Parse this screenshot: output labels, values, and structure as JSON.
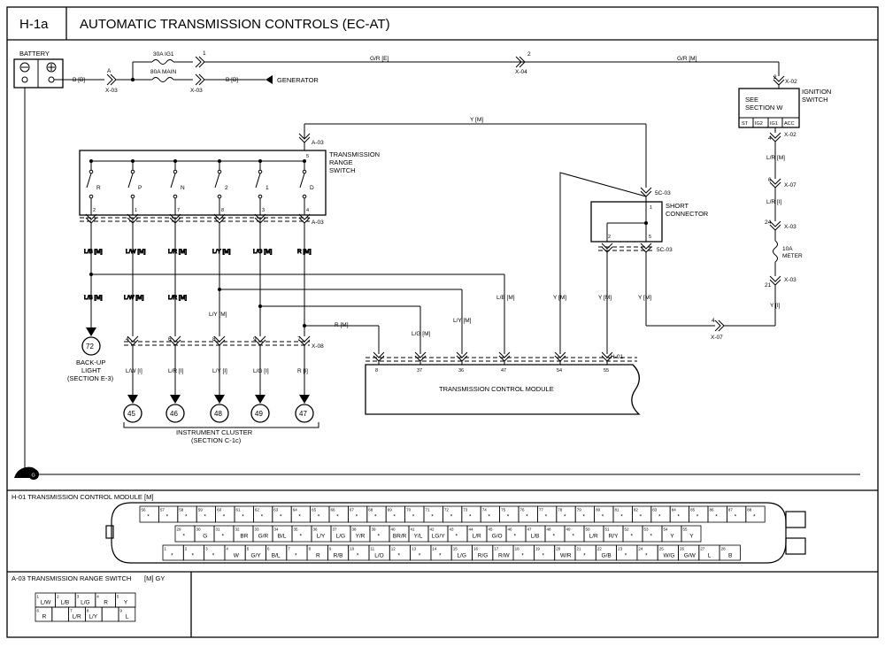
{
  "header": {
    "code": "H-1a",
    "title": "AUTOMATIC TRANSMISSION CONTROLS (EC-AT)"
  },
  "battery": {
    "label": "BATTERY",
    "wire": "B [B]",
    "terminal": "A",
    "conn": "X-03"
  },
  "fuses": {
    "ig1": "30A IG1",
    "main": "80A MAIN"
  },
  "conn_x03_top": {
    "pin": "1",
    "conn": "X-03",
    "wire": "B [B]"
  },
  "generator": "GENERATOR",
  "wire_gre": "G/R [E]",
  "wire_grm": "G/R [M]",
  "conn_x04": {
    "pin": "2",
    "conn": "X-04"
  },
  "ignition": {
    "pin_top": "2",
    "conn_top": "X-02",
    "see": "SEE",
    "section": "SECTION W",
    "label1": "IGNITION",
    "label2": "SWITCH",
    "cells": [
      "ST",
      "IG2",
      "IG1",
      "ACC"
    ],
    "pin_bottom": "4",
    "conn_bottom": "X-02"
  },
  "right_chain": {
    "wire1": "L/R [M]",
    "x07": {
      "pin": "6",
      "conn": "X-07"
    },
    "wire2": "L/R [I]",
    "x03a": {
      "pin": "24",
      "conn": "X-03"
    },
    "fuse": [
      "10A",
      "METER"
    ],
    "x03b": {
      "pin": "21",
      "conn": "X-03"
    },
    "wire3": "Y [I]",
    "x07b": {
      "pin": "4",
      "conn": "X-07"
    }
  },
  "a03_top": {
    "pin": "5",
    "conn": "A-03"
  },
  "ym_top": "Y [M]",
  "trs": {
    "label": [
      "TRANSMISSION",
      "RANGE",
      "SWITCH"
    ],
    "switches": [
      "R",
      "P",
      "N",
      "2",
      "1",
      "D"
    ],
    "pins": [
      "2",
      "1",
      "7",
      "8",
      "3",
      "4"
    ],
    "conn": "A-03"
  },
  "trs_wires": [
    "L/B [M]",
    "L/W [M]",
    "L/R [M]",
    "L/Y [M]",
    "L/G [M]",
    "R [M]"
  ],
  "short": {
    "label": [
      "SHORT",
      "CONNECTOR"
    ],
    "top_conn": "5C-03",
    "bottom_conn": "5C-03",
    "pins": {
      "p1": "1",
      "p2": "2",
      "p5": "5"
    }
  },
  "tcm_wires": {
    "lb": "L/B [M]",
    "ly": "L/Y [M]",
    "lg": "L/G [M]",
    "r": "R [M]",
    "ym1": "Y [M]",
    "ym2": "Y [M]",
    "ym3": "Y [M]",
    "ly2": "L/Y [M]"
  },
  "x08": {
    "pins": [
      "4",
      "6",
      "8",
      "9",
      "7"
    ],
    "conn": "X-08"
  },
  "lower_wires": [
    "L/W [I]",
    "L/R [I]",
    "L/Y [I]",
    "L/G [I]",
    "R [I]"
  ],
  "cluster": {
    "circles": [
      "45",
      "46",
      "48",
      "49",
      "47"
    ],
    "label1": "INSTRUMENT CLUSTER",
    "label2": "(SECTION C-1c)"
  },
  "backup": {
    "circle": "72",
    "label": [
      "BACK-UP",
      "LIGHT",
      "(SECTION E-3)"
    ]
  },
  "tcm": {
    "label": "TRANSMISSION CONTROL MODULE",
    "pins": [
      "8",
      "37",
      "36",
      "47",
      "54",
      "55"
    ],
    "conn": "H-01"
  },
  "ground": "G",
  "h01_title": "H-01 TRANSMISSION CONTROL MODULE [M]",
  "h01_rows": [
    {
      "start": 56,
      "cells": [
        "*",
        "*",
        "*",
        "*",
        "*",
        "*",
        "*",
        "*",
        "*",
        "*",
        "*",
        "*",
        "*",
        "*",
        "*",
        "*",
        "*",
        "*",
        "*",
        "*",
        "*",
        "*",
        "*",
        "*",
        "*",
        "*",
        "*",
        "*",
        "*",
        "*",
        "*",
        "*",
        "*"
      ]
    },
    {
      "start": 29,
      "cells": [
        "*",
        "G",
        "*",
        "BR",
        "G/R",
        "B/L",
        "*",
        "L/Y",
        "L/G",
        "Y/R",
        "*",
        "BR/R",
        "Y/L",
        "LG/Y",
        "*",
        "L/R",
        "G/O",
        "*",
        "L/B",
        "*",
        "*",
        "L/R",
        "R/Y",
        "*",
        "*",
        "Y",
        "Y"
      ]
    },
    {
      "start": 1,
      "cells": [
        "*",
        "*",
        "*",
        "W",
        "G/Y",
        "B/L",
        "*",
        "R",
        "R/B",
        "*",
        "L/O",
        "*",
        "*",
        "*",
        "L/G",
        "R/G",
        "R/W",
        "*",
        "*",
        "W/R",
        "*",
        "G/B",
        "*",
        "*",
        "W/G",
        "G/W",
        "L",
        "B"
      ]
    }
  ],
  "a03_title": "A-03 TRANSMISSION RANGE SWITCH",
  "a03_type": "[M] GY",
  "a03_rows": [
    [
      {
        "n": "1",
        "v": "L/W"
      },
      {
        "n": "2",
        "v": "L/B"
      },
      {
        "n": "3",
        "v": "L/G"
      },
      {
        "n": "4",
        "v": "R"
      },
      {
        "n": "5",
        "v": "Y"
      }
    ],
    [
      {
        "n": "6",
        "v": "R"
      },
      {
        "n": "",
        "v": ""
      },
      {
        "n": "7",
        "v": "L/R"
      },
      {
        "n": "8",
        "v": "L/Y"
      },
      {
        "n": "",
        "v": ""
      },
      {
        "n": "9",
        "v": "L"
      }
    ]
  ]
}
